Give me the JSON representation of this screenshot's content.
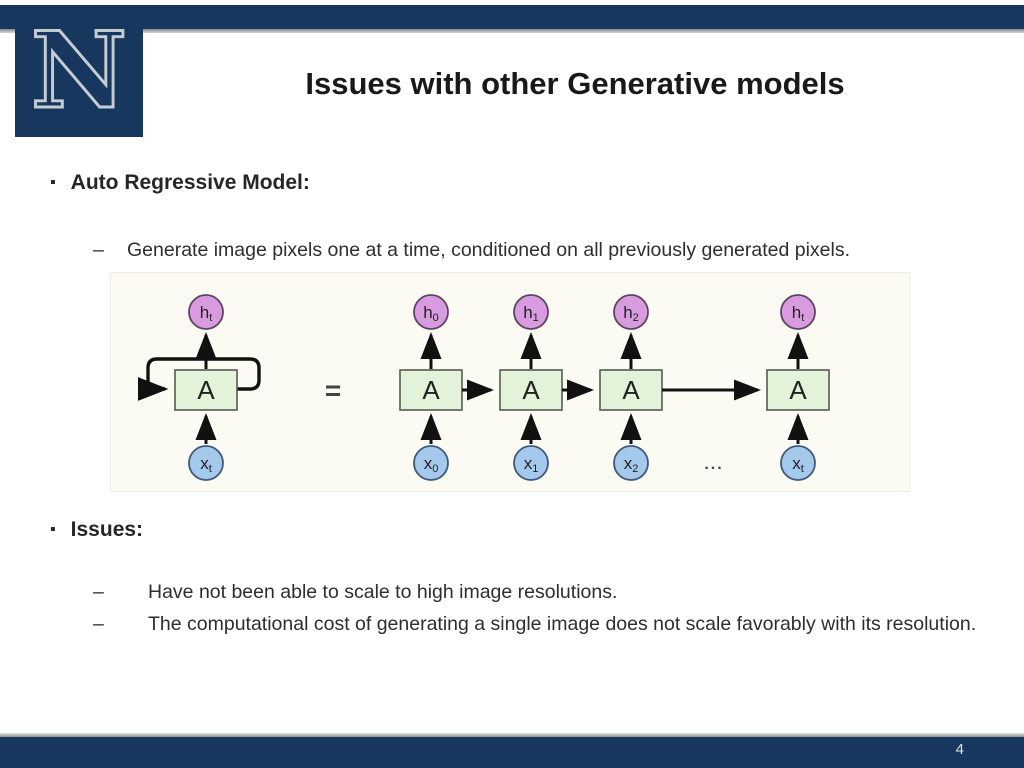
{
  "slide": {
    "header": {
      "logo_letter": "N"
    },
    "title": "Issues with other Generative models",
    "footer": {
      "page_number": "4"
    }
  },
  "bullets": [
    {
      "marker": "▪",
      "label": "Auto Regressive Model:",
      "sub_marker": "–",
      "items": [
        "Generate image pixels one at a time, conditioned on all previously generated pixels."
      ]
    },
    {
      "marker": "▪",
      "label": "Issues:",
      "sub_marker": "–",
      "items": [
        "Have not been able to scale to high image resolutions.",
        "The computational cost of generating a single image does not scale favorably with its resolution."
      ]
    }
  ],
  "diagram": {
    "equals": "=",
    "ellipsis": "...",
    "single": {
      "h": "h",
      "h_sub": "t",
      "cell": "A",
      "x": "x",
      "x_sub": "t"
    },
    "unrolled": [
      {
        "h": "h",
        "h_sub": "0",
        "cell": "A",
        "x": "x",
        "x_sub": "0"
      },
      {
        "h": "h",
        "h_sub": "1",
        "cell": "A",
        "x": "x",
        "x_sub": "1"
      },
      {
        "h": "h",
        "h_sub": "2",
        "cell": "A",
        "x": "x",
        "x_sub": "2"
      },
      {
        "h": "h",
        "h_sub": "t",
        "cell": "A",
        "x": "x",
        "x_sub": "t"
      }
    ]
  },
  "colors": {
    "navy_bar": "#17375e",
    "logo_outline": "#c6ccd3",
    "separator_gray": "#9aa0a4",
    "hidden_node_fill": "#d89be0",
    "cell_fill": "#e2f3d9",
    "input_node_fill": "#a4c9ec",
    "arrow_black": "#111111",
    "diagram_bg": "#fbfaf3",
    "page_number_color": "#dbe0e6"
  }
}
